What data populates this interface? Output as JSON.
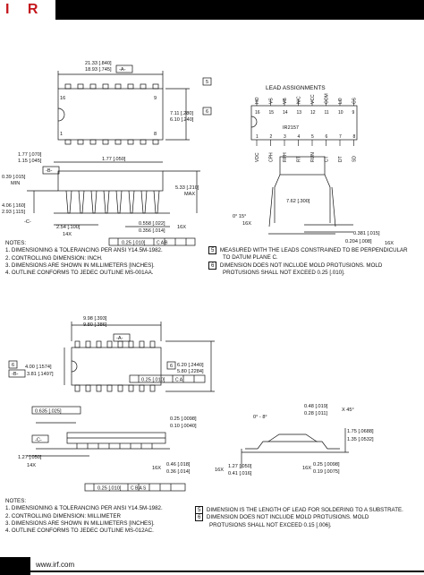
{
  "header": {
    "logo_text": "I R",
    "brand_color": "#c4161c"
  },
  "dip": {
    "length_dim": "21.33 [.840]\n18.93 [.745]",
    "length_dim_1": "21.33 [.840]",
    "length_dim_2": "18.93 [.745]",
    "datum_a": "-A-",
    "note5_flag": "5",
    "pin16": "16",
    "pin9": "9",
    "pin1": "1",
    "pin8": "8",
    "width_dim_1": "7.11 [.280]",
    "width_dim_2": "6.10 [.240]",
    "pitch_1": "1.77 [.070]",
    "pitch_2": "1.15 [.045]",
    "lead_pitch": "1.77 [.050]",
    "datum_b": "-B-",
    "seat_1": "0.39 [.015]",
    "seat_2": "MIN",
    "max_h_1": "5.33 [.210]",
    "max_h_2": "MAX",
    "height_1": "4.06 [.160]",
    "height_2": "2.93 [.115]",
    "datum_c": "-C-",
    "row_pitch": "2.54 [.100]",
    "x14": "14X",
    "lead_w_1": "0.558 [.022]",
    "lead_w_2": "0.356 [.014]",
    "x16": "16X",
    "tol_box": "0.25 [.010]",
    "tol_refs": "C   A   B",
    "lead_assign_title": "LEAD  ASSIGNMENTS",
    "top_pins": [
      "16",
      "15",
      "14",
      "13",
      "12",
      "11",
      "10",
      "9"
    ],
    "top_names": [
      "HO",
      "VS",
      "VB",
      "N/C",
      "VCC",
      "COM",
      "LO",
      "CS"
    ],
    "bot_pins": [
      "1",
      "2",
      "3",
      "4",
      "5",
      "6",
      "7",
      "8"
    ],
    "bot_names": [
      "VDC",
      "CPH",
      "RPH",
      "RT",
      "RUN",
      "CT",
      "DT",
      "SD"
    ],
    "chip_label": "IR2157",
    "span_1": "7.62 [.300]",
    "angle_1": "0°  15°",
    "x16b": "16X",
    "lt_1": "0.381 [.015]",
    "lt_2": "0.204 [.008]",
    "x16c": "16X",
    "note_flag_6": "6"
  },
  "notes1": {
    "title": "NOTES:",
    "items": [
      "1.   DIMENSIONING & TOLERANCING PER ANSI Y14.5M-1982.",
      "2.   CONTROLLING DIMENSION: INCH.",
      "3.   DIMENSIONS ARE SHOWN IN MILLIMETERS [INCHES].",
      "4.   OUTLINE CONFORMS TO JEDEC OUTLINE MS-001AA."
    ],
    "n5_num": "5",
    "n5": "MEASURED WITH THE LEADS CONSTRAINED TO BE PERPENDICULAR",
    "n5b": "TO DATUM PLANE C.",
    "n6_num": "6",
    "n6": "DIMENSION DOES NOT INCLUDE MOLD PROTUSIONS. MOLD",
    "n6b": "PROTUSIONS SHALL NOT EXCEED 0.25 [.010]."
  },
  "soic": {
    "len_1": "9.98 [.393]",
    "len_2": "9.80 [.386]",
    "datum_a": "-A-",
    "flag6": "6",
    "h_1": "4.00 [.1574]",
    "h_2": "3.81 [.1497]",
    "datum_b": "-B-",
    "flag5": "6",
    "w_1": "6.20 [.2440]",
    "w_2": "5.80 [.2284]",
    "tol1": "0.25 [.010]",
    "tol1_refs": "C  A",
    "pitch": "0.635 [.025]",
    "lead_t_1": "0.25 [.0098]",
    "lead_t_2": "0.10 [.0040]",
    "datum_c": "-C-",
    "row": "1.27 [.050]",
    "x14": "14X",
    "lw_1": "0.46 [.018]",
    "lw_2": "0.36 [.014]",
    "x16": "16X",
    "tol2": "0.25 [.010]",
    "tol2_refs": "C  B  A  S",
    "ch_1": "0.48 [.019]",
    "ch_2": "0.28 [.011]",
    "ch_x": "X 45°",
    "angle": "0° - 8°",
    "ht_1": "1.75 [.0688]",
    "ht_2": "1.35 [.0532]",
    "ft_1": "1.27 [.050]",
    "ft_2": "0.41 [.016]",
    "x16b": "16X",
    "lt_1": "0.25 [.0098]",
    "lt_2": "0.19 [.0075]",
    "x16c": "16X"
  },
  "notes2": {
    "title": "NOTES:",
    "items": [
      "1.   DIMENSIONING & TOLERANCING PER ANSI Y14.5M-1982.",
      "2.   CONTROLLING DIMENSION: MILLIMETER",
      "3.   DIMENSIONS ARE SHOWN IN MILLIMETERS [INCHES].",
      "4.   OUTLINE CONFORMS TO JEDEC OUTLINE MS-012AC."
    ],
    "n5_num": "5",
    "n5": "DIMENSION IS THE LENGTH OF LEAD FOR SOLDERING TO A SUBSTRATE.",
    "n6_num": "6",
    "n6": "DIMENSION DOES NOT INCLUDE MOLD PROTUSIONS. MOLD",
    "n6b": "PROTUSIONS SHALL NOT EXCEED 0.15 [.006]."
  },
  "footer": {
    "url": "www.irf.com"
  }
}
